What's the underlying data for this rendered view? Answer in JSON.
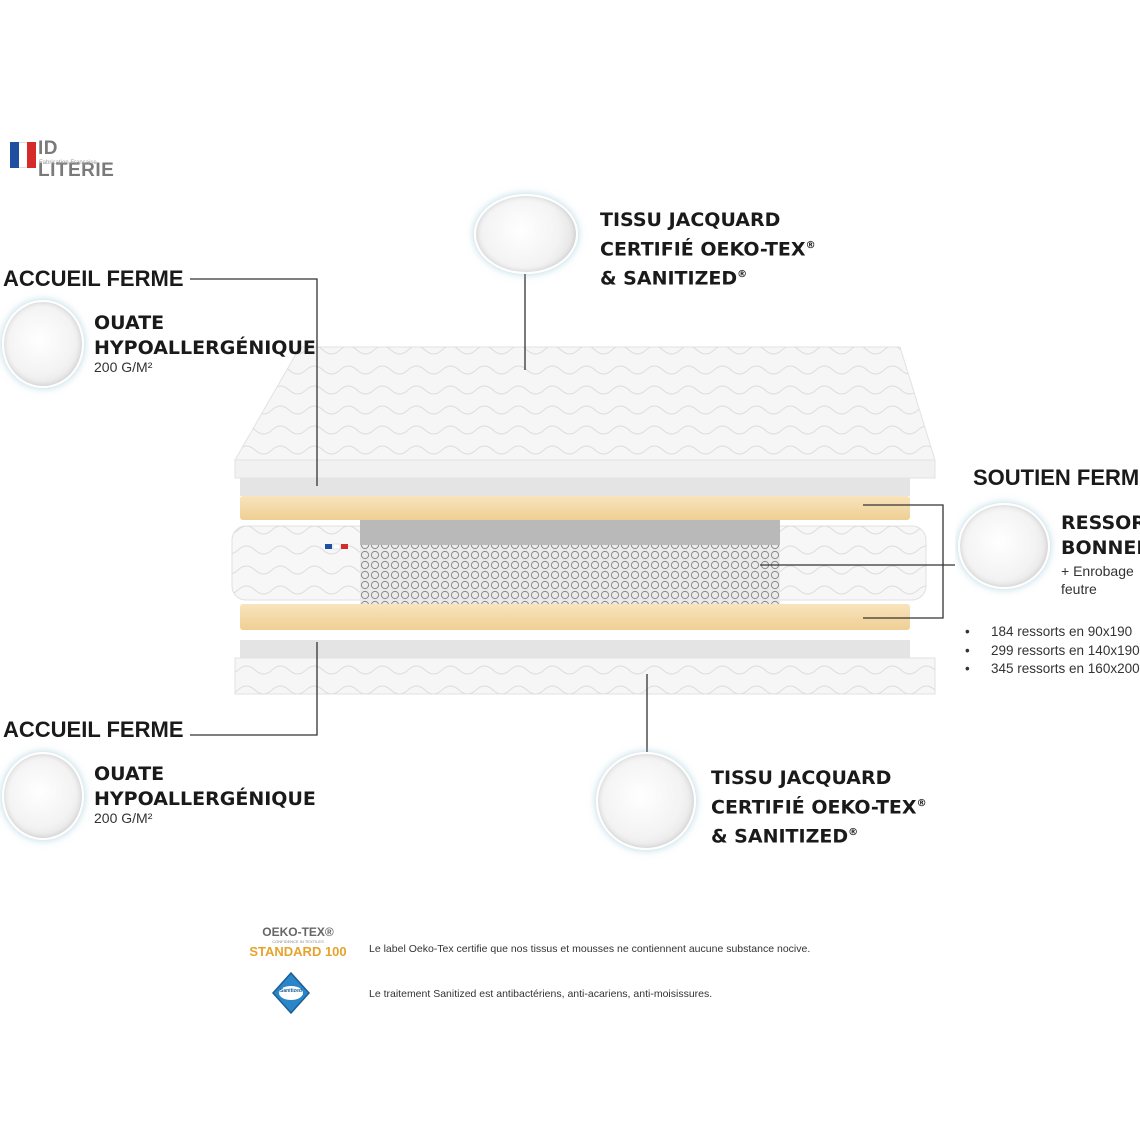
{
  "logo": {
    "brand": "ID LITERIE",
    "subtitle": "Fabrication Française",
    "flag_colors": [
      "#1f4fa0",
      "#ffffff",
      "#d62b2b"
    ]
  },
  "top_left": {
    "heading": "ACCUEIL FERME",
    "title_line1": "OUATE",
    "title_line2": "HYPOALLERGÉNIQUE",
    "weight": "200 G/M²"
  },
  "bottom_left": {
    "heading": "ACCUEIL FERME",
    "title_line1": "OUATE",
    "title_line2": "HYPOALLERGÉNIQUE",
    "weight": "200 G/M²"
  },
  "top_fabric": {
    "line1": "TISSU JACQUARD",
    "line2": "CERTIFIÉ OEKO-TEX",
    "line3": "& SANITIZED",
    "reg": "®"
  },
  "bottom_fabric": {
    "line1": "TISSU JACQUARD",
    "line2": "CERTIFIÉ OEKO-TEX",
    "line3": "& SANITIZED",
    "reg": "®"
  },
  "support": {
    "heading": "SOUTIEN FERME",
    "title_line1": "RESSORTS",
    "title_line2": "BONNELL",
    "detail_line1": "+ Enrobage",
    "detail_line2": "feutre",
    "bullets": [
      "184 ressorts en 90x190",
      "299 ressorts en 140x190",
      "345 ressorts en 160x200"
    ]
  },
  "labels": {
    "oeko_logo_line1": "OEKO-TEX®",
    "oeko_logo_line2": "CONFIDENCE IN TEXTILES",
    "oeko_logo_line3": "STANDARD 100",
    "oeko_note": "Le label Oeko-Tex certifie que nos tissus et mousses ne contiennent aucune substance nocive.",
    "sanitized_logo": "Sanitized",
    "sanitized_note": "Le traitement Sanitized est antibactériens, anti-acariens, anti-moisissures."
  },
  "colors": {
    "foam": "#f5d9a6",
    "fabric": "#f2f2f2",
    "line": "#333333"
  }
}
